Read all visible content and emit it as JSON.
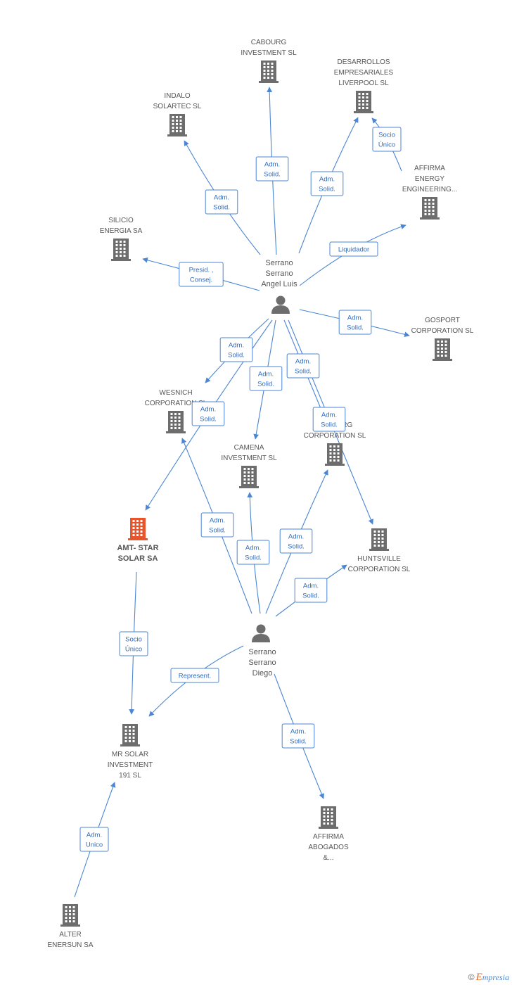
{
  "colors": {
    "edge": "#4a86d4",
    "node": "#6d6d6d",
    "main_node": "#e8542c",
    "label_text": "#2f6cbf"
  },
  "companies": [
    {
      "id": "cabourg",
      "lines": [
        "CABOURG",
        "INVESTMENT SL"
      ],
      "main": false,
      "icon": "building-icon"
    },
    {
      "id": "desarrollos",
      "lines": [
        "DESARROLLOS",
        "EMPRESARIALES",
        "LIVERPOOL SL"
      ],
      "main": false,
      "icon": "building-icon"
    },
    {
      "id": "indalo",
      "lines": [
        "INDALO",
        "SOLARTEC SL"
      ],
      "main": false,
      "icon": "building-icon"
    },
    {
      "id": "affirma-energy",
      "lines": [
        "AFFIRMA",
        "ENERGY",
        "ENGINEERING..."
      ],
      "main": false,
      "icon": "building-icon"
    },
    {
      "id": "silicio",
      "lines": [
        "SILICIO",
        "ENERGIA SA"
      ],
      "main": false,
      "icon": "building-icon"
    },
    {
      "id": "gosport",
      "lines": [
        "GOSPORT",
        "CORPORATION SL"
      ],
      "main": false,
      "icon": "building-icon"
    },
    {
      "id": "wesnich",
      "lines": [
        "WESNICH",
        "CORPORATION SL"
      ],
      "main": false,
      "icon": "building-icon"
    },
    {
      "id": "hamberg",
      "lines": [
        "HAMBERG",
        "CORPORATION SL"
      ],
      "main": false,
      "icon": "building-icon"
    },
    {
      "id": "camena",
      "lines": [
        "CAMENA",
        "INVESTMENT SL"
      ],
      "main": false,
      "icon": "building-icon"
    },
    {
      "id": "amt-star",
      "lines": [
        "AMT- STAR",
        "SOLAR SA"
      ],
      "main": true,
      "icon": "building-icon"
    },
    {
      "id": "huntsville",
      "lines": [
        "HUNTSVILLE",
        "CORPORATION SL"
      ],
      "main": false,
      "icon": "building-icon"
    },
    {
      "id": "mr-solar",
      "lines": [
        "MR SOLAR",
        "INVESTMENT",
        "191 SL"
      ],
      "main": false,
      "icon": "building-icon"
    },
    {
      "id": "affirma-abogados",
      "lines": [
        "AFFIRMA",
        "ABOGADOS",
        "&..."
      ],
      "main": false,
      "icon": "building-icon"
    },
    {
      "id": "alter-enersun",
      "lines": [
        "ALTER",
        "ENERSUN SA"
      ],
      "main": false,
      "icon": "building-icon"
    }
  ],
  "persons": [
    {
      "id": "angel",
      "lines": [
        "Serrano",
        "Serrano",
        "Angel Luis"
      ],
      "icon": "person-icon"
    },
    {
      "id": "diego",
      "lines": [
        "Serrano",
        "Serrano",
        "Diego"
      ],
      "icon": "person-icon"
    }
  ],
  "edges": [
    {
      "from": "angel",
      "to": "cabourg",
      "label": [
        "Adm.",
        "Solid."
      ]
    },
    {
      "from": "angel",
      "to": "indalo",
      "label": [
        "Adm.",
        "Solid."
      ]
    },
    {
      "from": "angel",
      "to": "desarrollos",
      "label": [
        "Adm.",
        "Solid."
      ]
    },
    {
      "from": "affirma-energy",
      "to": "desarrollos",
      "label": [
        "Socio",
        "Único"
      ]
    },
    {
      "from": "angel",
      "to": "affirma-energy",
      "label": [
        "Liquidador"
      ]
    },
    {
      "from": "angel",
      "to": "silicio",
      "label": [
        "Presid. ,",
        "Consej."
      ]
    },
    {
      "from": "angel",
      "to": "gosport",
      "label": [
        "Adm.",
        "Solid."
      ]
    },
    {
      "from": "angel",
      "to": "wesnich",
      "label": [
        "Adm.",
        "Solid."
      ]
    },
    {
      "from": "angel",
      "to": "camena",
      "label": [
        "Adm.",
        "Solid."
      ]
    },
    {
      "from": "angel",
      "to": "hamberg",
      "label": [
        "Adm.",
        "Solid."
      ]
    },
    {
      "from": "angel",
      "to": "amt-star",
      "label": [
        "Adm.",
        "Solid."
      ]
    },
    {
      "from": "angel",
      "to": "huntsville",
      "label": [
        "Adm.",
        "Solid."
      ]
    },
    {
      "from": "diego",
      "to": "wesnich",
      "label": [
        "Adm.",
        "Solid."
      ]
    },
    {
      "from": "diego",
      "to": "camena",
      "label": [
        "Adm.",
        "Solid."
      ]
    },
    {
      "from": "diego",
      "to": "hamberg",
      "label": [
        "Adm.",
        "Solid."
      ]
    },
    {
      "from": "diego",
      "to": "huntsville",
      "label": [
        "Adm.",
        "Solid."
      ]
    },
    {
      "from": "amt-star",
      "to": "mr-solar",
      "label": [
        "Socio",
        "Único"
      ]
    },
    {
      "from": "diego",
      "to": "mr-solar",
      "label": [
        "Represent."
      ]
    },
    {
      "from": "diego",
      "to": "affirma-abogados",
      "label": [
        "Adm.",
        "Solid."
      ]
    },
    {
      "from": "alter-enersun",
      "to": "mr-solar",
      "label": [
        "Adm.",
        "Unico"
      ]
    }
  ],
  "footer": {
    "copyright": "©",
    "brand_initial": "E",
    "brand_rest": "mpresia"
  }
}
